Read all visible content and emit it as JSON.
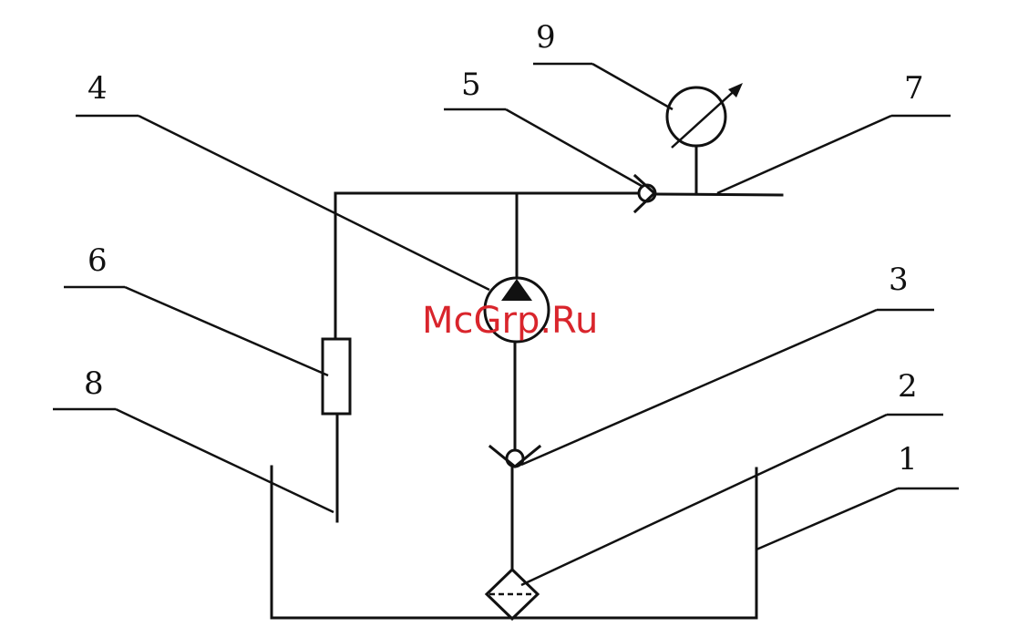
{
  "diagram": {
    "labels": {
      "l1": "1",
      "l2": "2",
      "l3": "3",
      "l4": "4",
      "l5": "5",
      "l6": "6",
      "l7": "7",
      "l8": "8",
      "l9": "9"
    },
    "watermark": "McGrp.Ru"
  },
  "colors": {
    "ink": "#111111",
    "watermark": "#d9252c",
    "background": "#ffffff"
  }
}
